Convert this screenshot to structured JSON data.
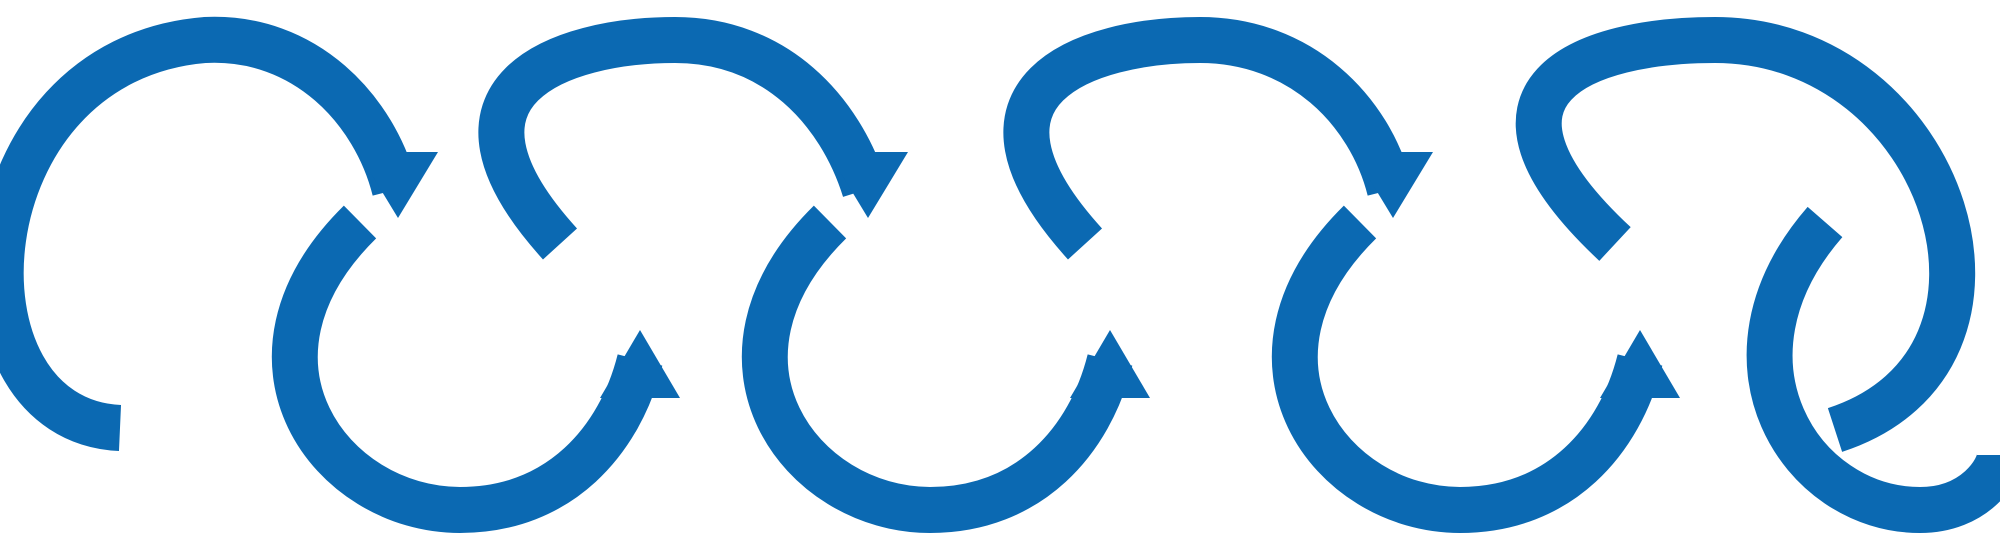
{
  "diagram": {
    "type": "cycle-flow-icon",
    "description_visible_text": "",
    "arc_count": 8,
    "colors": {
      "arrow": "#0B69B2",
      "background": "#FFFFFF"
    },
    "icon_names": [
      "arrow-arc-icon-1",
      "arrow-arc-icon-2",
      "arrow-arc-icon-3",
      "arrow-arc-icon-4",
      "arrow-arc-icon-5",
      "arrow-arc-icon-6",
      "arrow-arc-icon-7",
      "arrow-arc-icon-8"
    ]
  }
}
